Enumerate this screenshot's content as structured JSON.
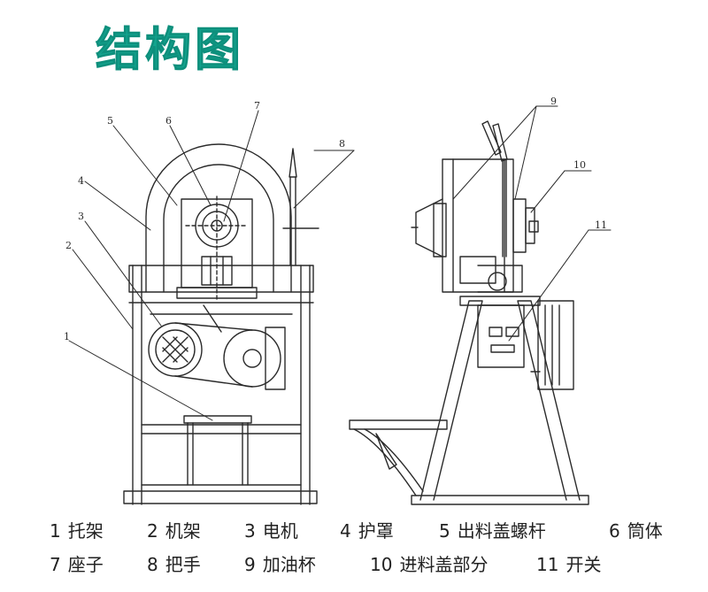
{
  "title": "结构图",
  "callouts": [
    "1",
    "2",
    "3",
    "4",
    "5",
    "6",
    "7",
    "8",
    "9",
    "10",
    "11"
  ],
  "legend": [
    {
      "num": "1",
      "name": "托架"
    },
    {
      "num": "2",
      "name": "机架"
    },
    {
      "num": "3",
      "name": "电机"
    },
    {
      "num": "4",
      "name": "护罩"
    },
    {
      "num": "5",
      "name": "出料盖螺杆"
    },
    {
      "num": "6",
      "name": "筒体"
    },
    {
      "num": "7",
      "name": "座子"
    },
    {
      "num": "8",
      "name": "把手"
    },
    {
      "num": "9",
      "name": "加油杯"
    },
    {
      "num": "10",
      "name": "进料盖部分"
    },
    {
      "num": "11",
      "name": "开关"
    }
  ],
  "colors": {
    "title": "#12a58f",
    "line": "#2a2a2a"
  }
}
